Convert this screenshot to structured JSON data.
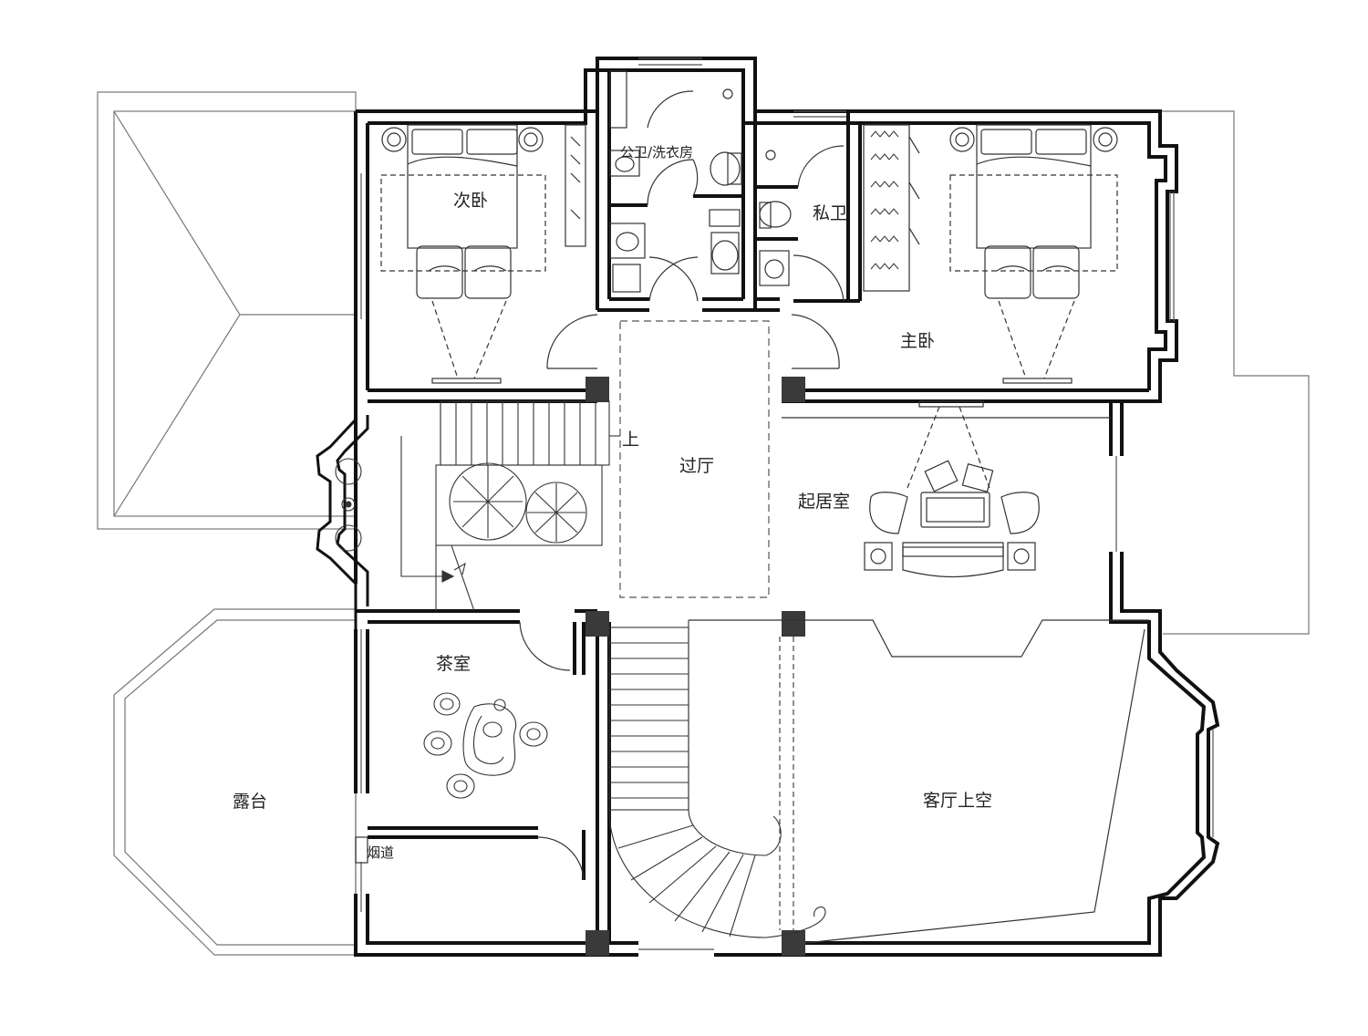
{
  "rooms": {
    "second_bedroom": "次卧",
    "public_bath_laundry": "公卫/洗衣房",
    "private_bath": "私卫",
    "master_bedroom": "主卧",
    "hall": "过厅",
    "living_room": "起居室",
    "stair_up": "上",
    "tea_room": "茶室",
    "terrace": "露台",
    "chimney": "烟道",
    "double_height_living": "客厅上空"
  },
  "colors": {
    "wall": "#111111",
    "line": "#333333",
    "light": "#777777",
    "column": "#3a3a3a"
  }
}
